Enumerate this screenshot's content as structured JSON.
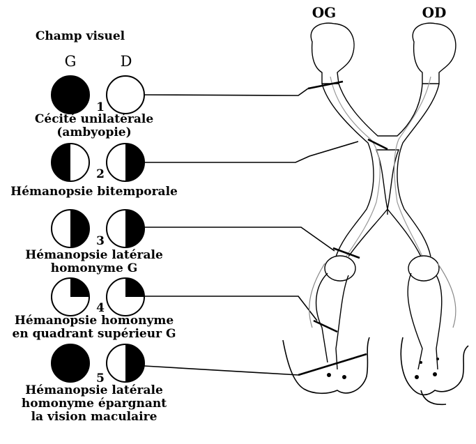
{
  "title": "Champ visuel",
  "columns": {
    "left": "G",
    "right": "D"
  },
  "eyes": {
    "left": "OG",
    "right": "OD"
  },
  "lesions": [
    {
      "number": "1",
      "lines": [
        "Cécité unilatérale",
        "(ambyopie)"
      ]
    },
    {
      "number": "2",
      "lines": [
        "Hémanopsie bitemporale"
      ]
    },
    {
      "number": "3",
      "lines": [
        "Hémanopsie latérale",
        "homonyme G"
      ]
    },
    {
      "number": "4",
      "lines": [
        "Hémanopsie homonyme",
        "en quadrant supérieur G"
      ]
    },
    {
      "number": "5",
      "lines": [
        "Hémanopsie latérale",
        "homonyme épargnant",
        "la vision maculaire"
      ]
    }
  ]
}
